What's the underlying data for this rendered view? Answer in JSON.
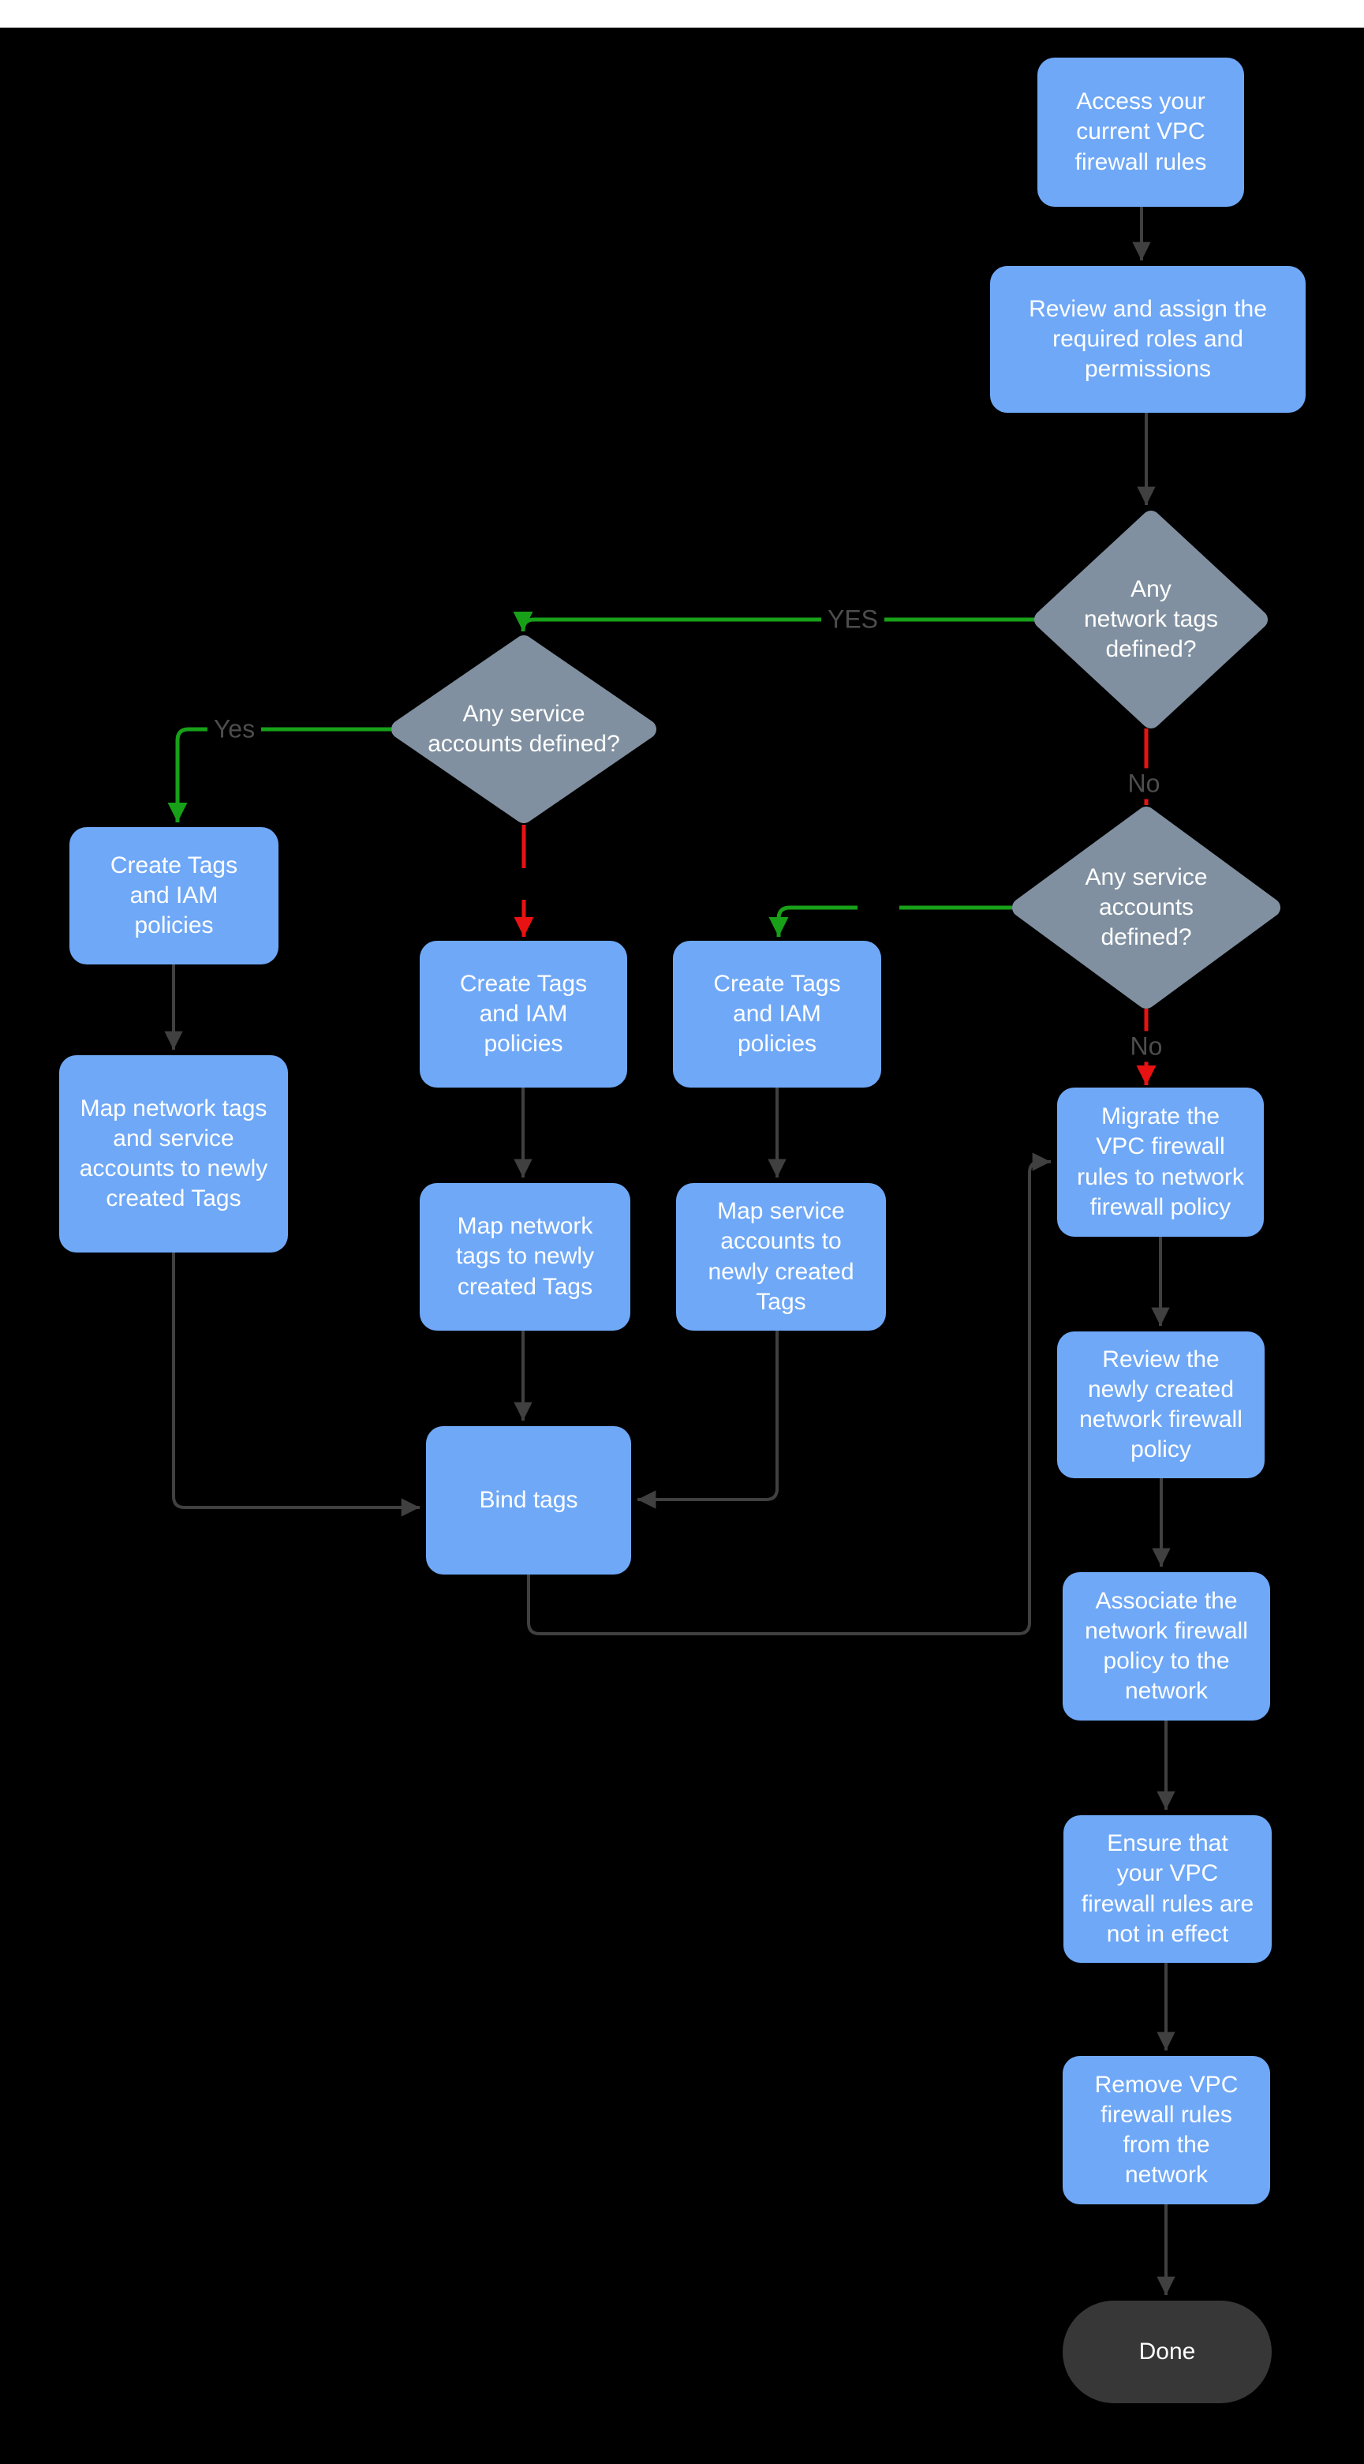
{
  "diagram": {
    "description": "Flowchart for migrating VPC firewall rules to a network firewall policy",
    "background_color": "#000000",
    "top_strip_color": "#ffffff"
  },
  "colors": {
    "process_blue": "#6fa8f7",
    "decision_gray": "#8090a0",
    "terminal_dark": "#373737",
    "connector_gray": "#404040",
    "edge_green": "#18a018",
    "edge_red": "#e81212",
    "edge_label_gray": "#4d4d4d",
    "node_text": "#ffffff"
  },
  "nodes": {
    "start": {
      "label": "Access your\ncurrent VPC\nfirewall rules"
    },
    "review_roles": {
      "label": "Review and assign the\nrequired roles and\npermissions"
    },
    "decision_network_tags": {
      "label": "Any\nnetwork tags\ndefined?"
    },
    "decision_service_accounts_left": {
      "label": "Any service\naccounts defined?"
    },
    "decision_service_accounts_right": {
      "label": "Any service\naccounts\ndefined?"
    },
    "create_tags_left": {
      "label": "Create Tags\nand IAM\npolicies"
    },
    "create_tags_mid": {
      "label": "Create Tags\nand IAM\npolicies"
    },
    "create_tags_right": {
      "label": "Create Tags\nand IAM\npolicies"
    },
    "map_left": {
      "label": "Map network tags\nand service\naccounts to newly\ncreated Tags"
    },
    "map_mid": {
      "label": "Map network\ntags to newly\ncreated Tags"
    },
    "map_right": {
      "label": "Map service\naccounts  to\nnewly created\nTags"
    },
    "bind_tags": {
      "label": "Bind tags"
    },
    "migrate": {
      "label": "Migrate the\nVPC firewall\nrules to network\nfirewall policy"
    },
    "review_policy": {
      "label": "Review the\nnewly created\nnetwork firewall\npolicy"
    },
    "associate": {
      "label": "Associate the\nnetwork firewall\npolicy to the\nnetwork"
    },
    "ensure": {
      "label": "Ensure that\nyour VPC\nfirewall rules are\nnot in effect"
    },
    "remove": {
      "label": "Remove  VPC\nfirewall rules\nfrom the\nnetwork"
    },
    "done": {
      "label": "Done"
    }
  },
  "edge_labels": {
    "yes_upper": "YES",
    "yes_left": "Yes",
    "no_first": "No",
    "no_second": "No"
  }
}
